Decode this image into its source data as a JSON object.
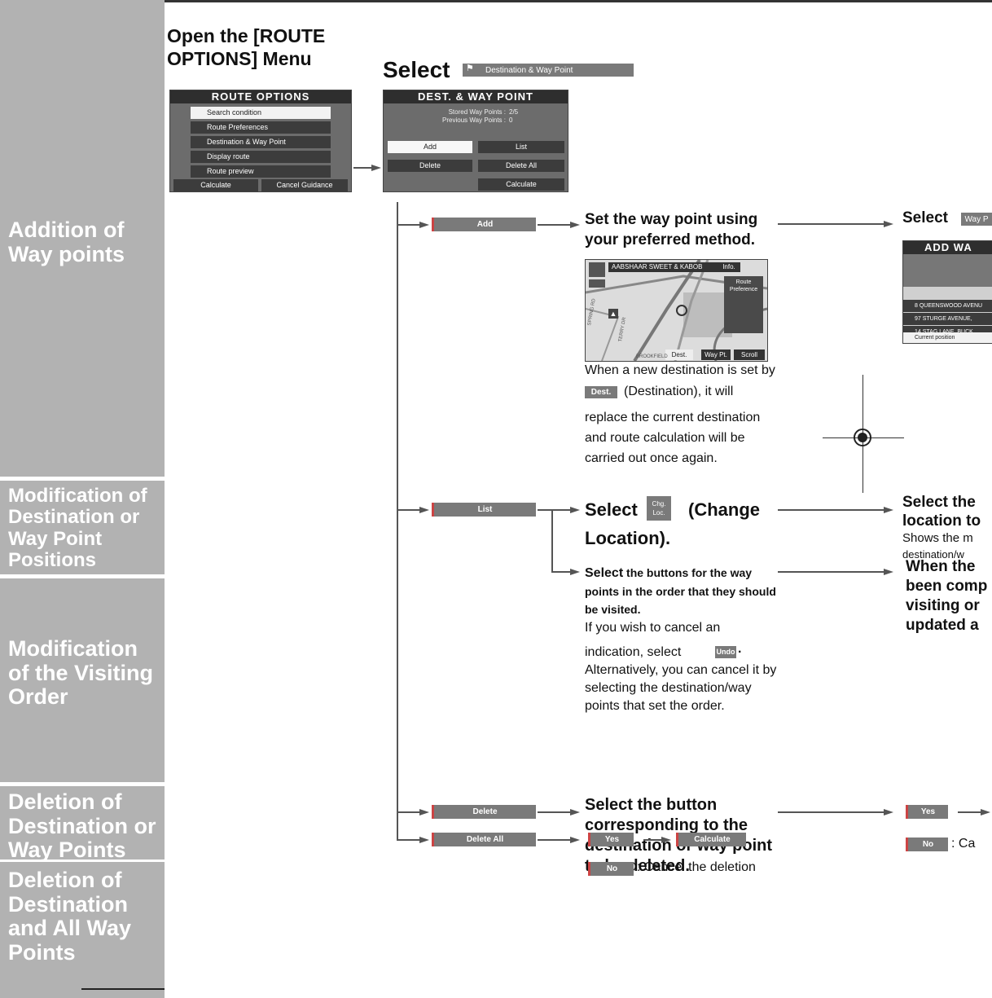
{
  "sidebar": {
    "labels": [
      "Addition of Way points",
      "Modification of Destination or Way Point Positions",
      "Modification of the Visiting Order",
      "Deletion of Destination or Way Points",
      "Deletion of Destination and All Way Points"
    ]
  },
  "header": {
    "open_menu": "Open the [ROUTE OPTIONS] Menu",
    "select_word": "Select",
    "select_button": "Destination & Way Point"
  },
  "route_options": {
    "title": "ROUTE OPTIONS",
    "items": [
      "Search condition",
      "Route Preferences",
      "Destination & Way Point",
      "Display route",
      "Route preview"
    ],
    "calculate": "Calculate",
    "cancel_guidance": "Cancel Guidance"
  },
  "dest_way": {
    "title": "DEST. & WAY POINT",
    "stored_label": "Stored Way Points :",
    "stored_value": "2/5",
    "previous_label": "Previous Way Points :",
    "previous_value": "0",
    "add": "Add",
    "list": "List",
    "delete": "Delete",
    "delete_all": "Delete All",
    "calculate": "Calculate"
  },
  "branches": {
    "add": "Add",
    "list": "List",
    "delete": "Delete",
    "delete_all": "Delete All"
  },
  "add_section": {
    "heading": "Set the way point using your preferred method.",
    "map_place": "AABSHAAR SWEET & KABOB",
    "map_info": "Info.",
    "map_route_pref": "Route Preference",
    "map_dest": "Dest.",
    "map_waypt": "Way Pt.",
    "map_scroll": "Scroll",
    "map_streets": [
      "SPRING RD",
      "TERRY DR",
      "BROOKFIELD"
    ],
    "note_line1": "When a new destination is set by",
    "dest_btn": "Dest.",
    "note_line2": "(Destination), it will",
    "note_rest": "replace the current destination and route calculation will be carried out once again.",
    "right_select": "Select",
    "right_btn": "Way P",
    "add_screen_title": "ADD WA",
    "add_screen_rows": [
      "8 QUEENSWOOD AVENU",
      "97 STURGE AVENUE,",
      "14 STAG LANE, BUCK"
    ],
    "add_screen_current": "Current position"
  },
  "list_section": {
    "select_word": "Select",
    "chg_btn": "Chg. Loc.",
    "change_text": "(Change",
    "location_text": "Location).",
    "right_heading1": "Select the",
    "right_heading2": "location to",
    "right_sub1": "Shows the m",
    "right_sub2": "destination/w",
    "order_select": "Select",
    "order_bold": "the buttons for the way points in the order that they should be visited.",
    "order_line1": "If you wish to cancel an",
    "order_line2": "indication, select",
    "undo_btn": "Undo",
    "order_rest": "Alternatively, you can cancel it by selecting the destination/way points that set the order.",
    "right_when": [
      "When the",
      "been comp",
      "visiting or",
      "updated a"
    ]
  },
  "delete_section": {
    "heading": "Select the button corresponding to the destination or way point to be deleted.",
    "yes": "Yes",
    "no": "No",
    "cancel_partial": ": Ca"
  },
  "delete_all_section": {
    "yes": "Yes",
    "calculate": "Calculate",
    "no": "No",
    "cancel_text": ": Cancel the deletion"
  },
  "colors": {
    "sidebar_bg": "#b2b2b2",
    "button_bg": "#7a7a7a",
    "screen_bg": "#6c6c6c"
  }
}
